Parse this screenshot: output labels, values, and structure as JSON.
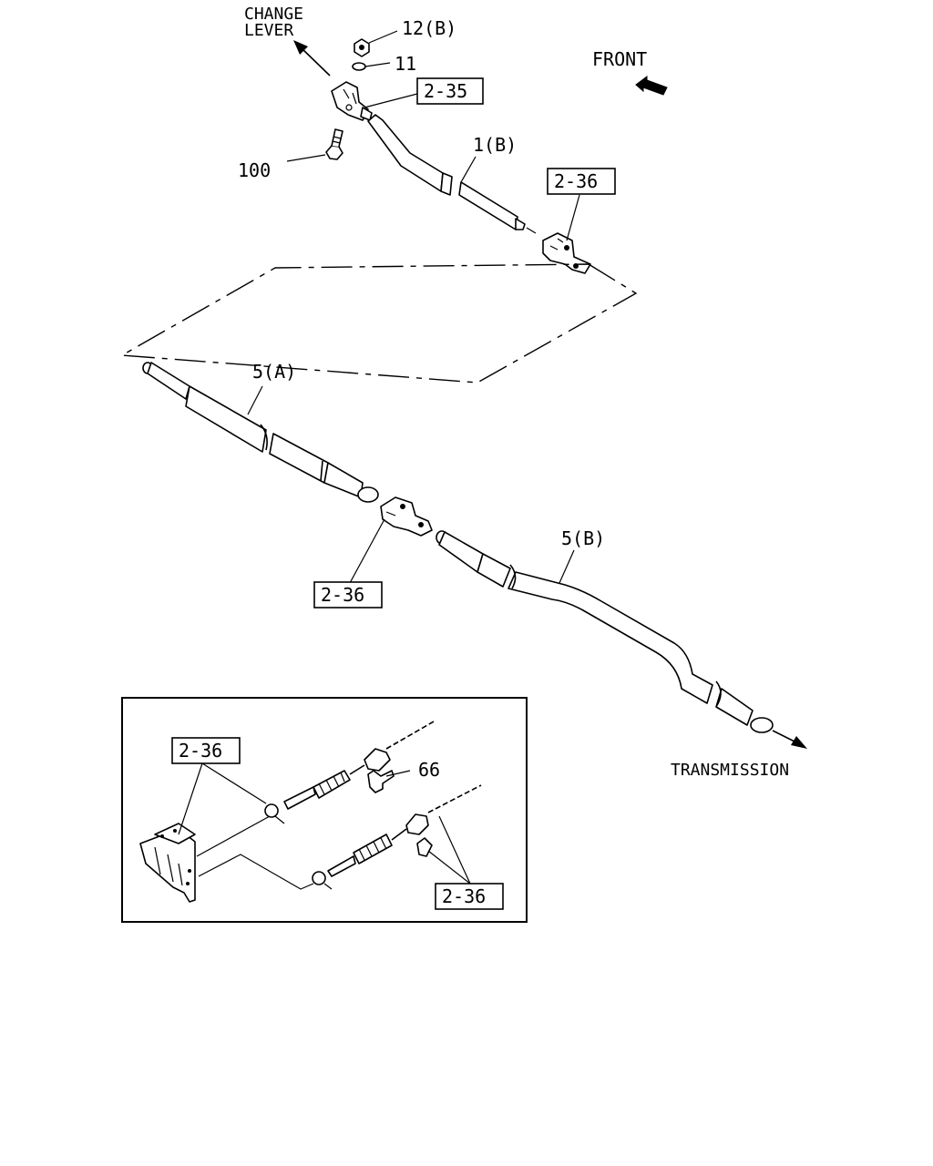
{
  "labels": {
    "change_lever_line1": "CHANGE",
    "change_lever_line2": "LEVER",
    "front": "FRONT",
    "transmission": "TRANSMISSION",
    "part_12b": "12(B)",
    "part_11": "11",
    "part_100": "100",
    "part_1b": "1(B)",
    "part_5a": "5(A)",
    "part_5b": "5(B)",
    "part_66": "66"
  },
  "refs": {
    "ref_2_35": "2-35",
    "ref_2_36_top": "2-36",
    "ref_2_36_mid": "2-36",
    "ref_2_36_inset_left": "2-36",
    "ref_2_36_inset_right": "2-36"
  }
}
